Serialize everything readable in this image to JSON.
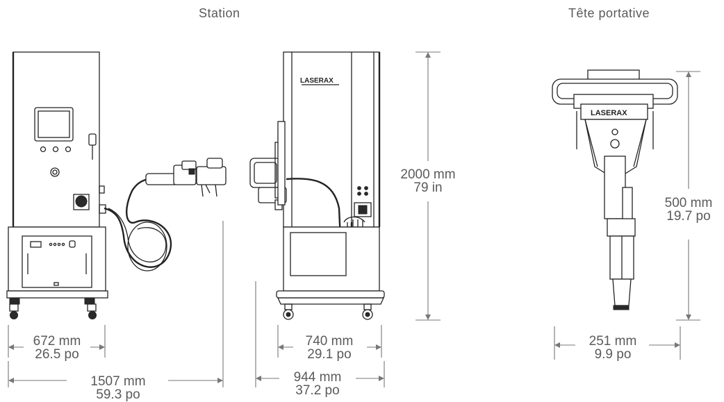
{
  "headings": {
    "station": "Station",
    "handheld": "Tête portative"
  },
  "logo_text": "LASERAX",
  "dimensions": {
    "station_depth": {
      "primary": "672 mm",
      "secondary": "26.5 po"
    },
    "station_total_width": {
      "primary": "1507 mm",
      "secondary": "59.3 po"
    },
    "station_front_width": {
      "primary": "740 mm",
      "secondary": "29.1 po"
    },
    "station_front_total": {
      "primary": "944 mm",
      "secondary": "37.2 po"
    },
    "station_height": {
      "primary": "2000 mm",
      "secondary": "79 in"
    },
    "head_height": {
      "primary": "500 mm",
      "secondary": "19.7 po"
    },
    "head_width": {
      "primary": "251 mm",
      "secondary": "9.9 po"
    }
  }
}
